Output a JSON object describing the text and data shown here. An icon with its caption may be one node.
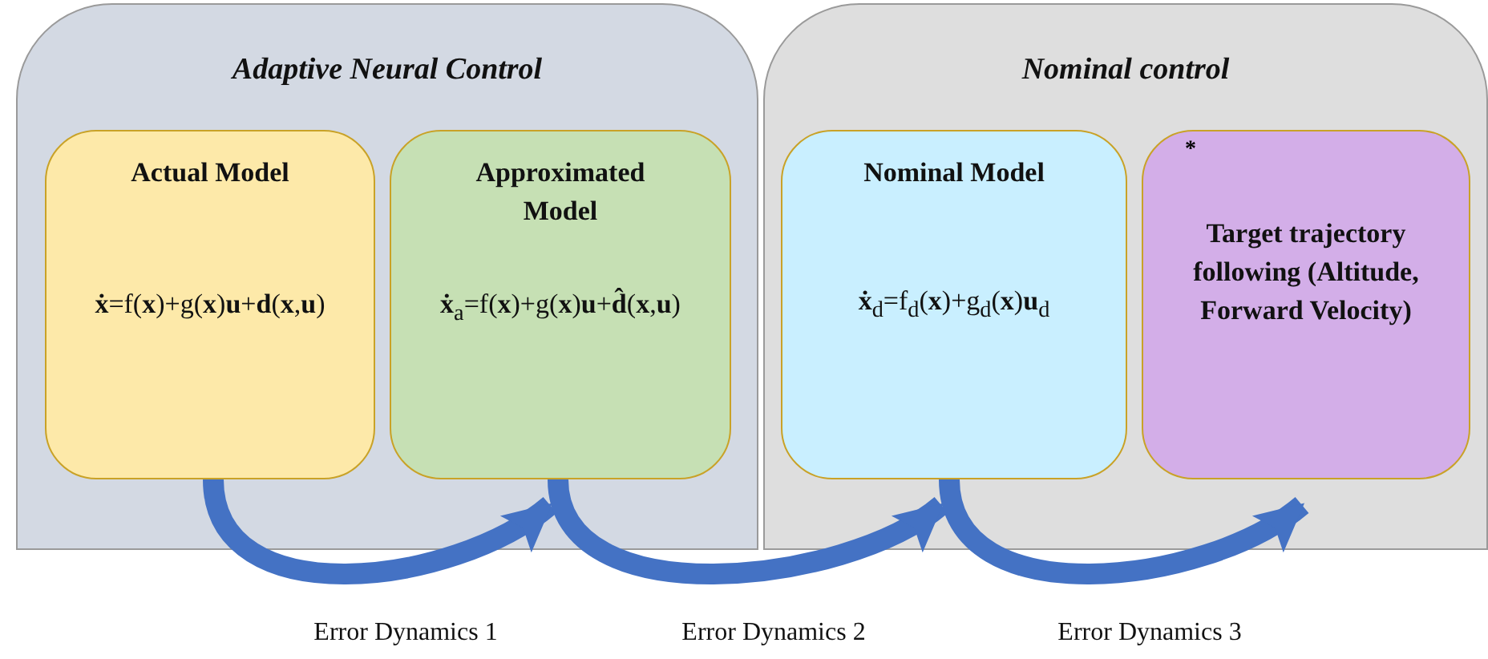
{
  "diagram": {
    "nodes": [
      {
        "text": [
          "Adaptive Neural Control"
        ]
      },
      {
        "text": [
          "Actual Model",
          "**ẋ**=f(**x**)+g(**x**)**u**+**d**(**x**,**u**)"
        ],
        "in": 0
      },
      {
        "text": [
          "Approximated Model",
          "**ẋ**$_{a}$=f(**x**)+g(**x**)**u**+**d̂**(**x**,**u**)"
        ],
        "in": 0
      },
      {
        "text": [
          "Nominal control"
        ]
      },
      {
        "text": [
          "Nominal Model",
          "**ẋ**$_{d}$=f$_{d}$(**x**)+g$_{d}$(**x**)**u**$_{d}$"
        ],
        "in": 3
      },
      {
        "text": [
          "*",
          "Target trajectory following (Altitude, Forward Velocity)"
        ],
        "in": 3
      }
    ],
    "edges": [
      {
        "from": 1,
        "to": 2,
        "arrow": "to",
        "label": "Error Dynamics 1"
      },
      {
        "from": 2,
        "to": 4,
        "arrow": "to",
        "label": "Error Dynamics 2"
      },
      {
        "from": 4,
        "to": 5,
        "arrow": "to",
        "label": "Error Dynamics 3"
      }
    ]
  }
}
